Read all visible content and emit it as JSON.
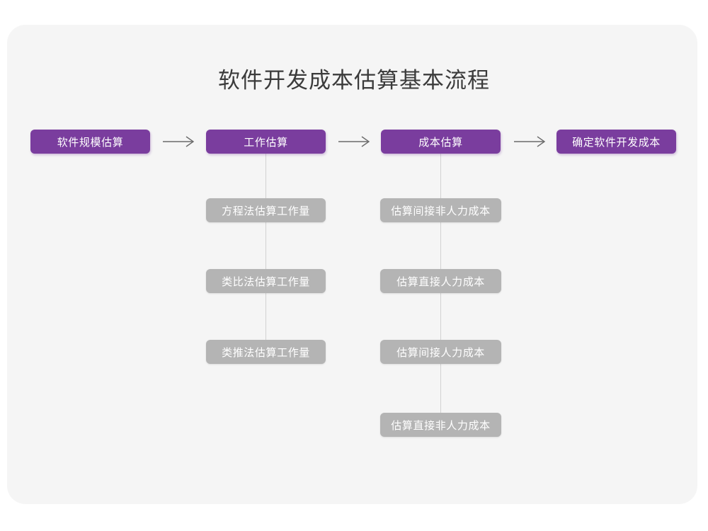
{
  "page": {
    "title": "软件开发成本估算基本流程",
    "background_color": "#ffffff",
    "card_color": "#f5f5f5",
    "primary_color": "#7a3d9e",
    "sub_color": "#b4b4b4",
    "line_color": "#d2d2d2",
    "title_color": "#3b3b3b"
  },
  "flow": {
    "stages": [
      {
        "label": "软件规模估算",
        "substeps": []
      },
      {
        "label": "工作估算",
        "substeps": [
          {
            "label": "方程法估算工作量"
          },
          {
            "label": "类比法估算工作量"
          },
          {
            "label": "类推法估算工作量"
          }
        ]
      },
      {
        "label": "成本估算",
        "substeps": [
          {
            "label": "估算间接非人力成本"
          },
          {
            "label": "估算直接人力成本"
          },
          {
            "label": "估算间接人力成本"
          },
          {
            "label": "估算直接非人力成本"
          }
        ]
      },
      {
        "label": "确定软件开发成本",
        "substeps": []
      }
    ],
    "connectors": [
      {
        "name": "arrow-stage-1-to-2"
      },
      {
        "name": "arrow-stage-2-to-3"
      },
      {
        "name": "arrow-stage-3-to-4"
      }
    ]
  }
}
